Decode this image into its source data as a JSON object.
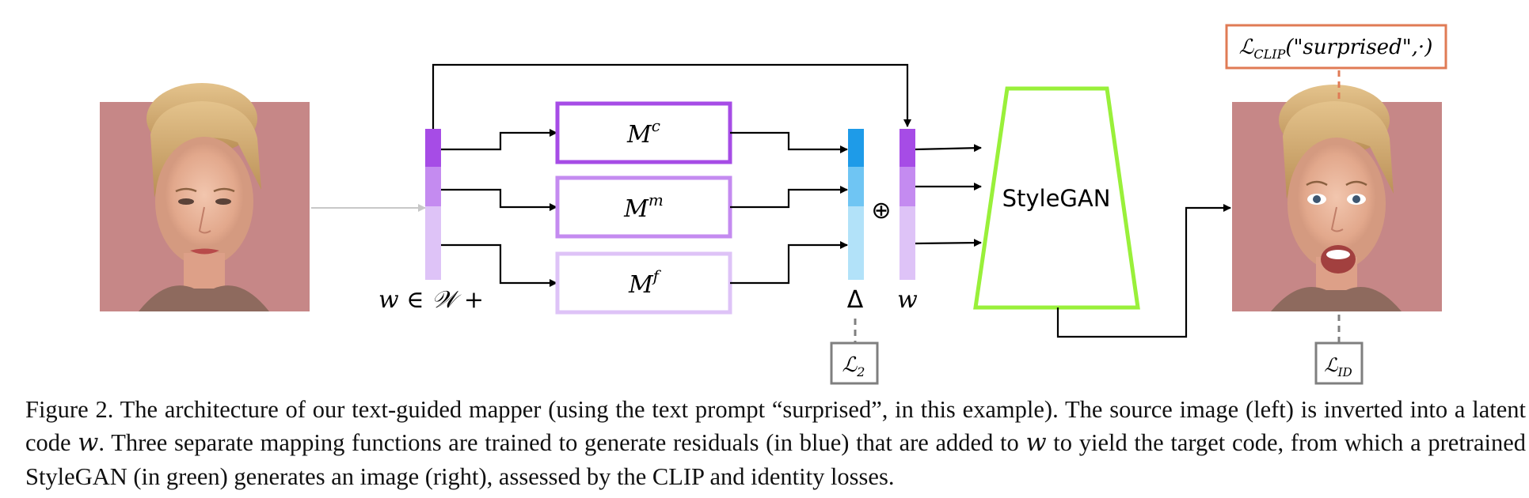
{
  "diagram": {
    "mapper_boxes": [
      {
        "base": "M",
        "sup": "c"
      },
      {
        "base": "M",
        "sup": "m"
      },
      {
        "base": "M",
        "sup": "f"
      }
    ],
    "latent_label": "w ∈ 𝒲 +",
    "delta_label": "Δ",
    "oplus_symbol": "⊕",
    "w_label": "w",
    "stylegan_label": "StyleGAN",
    "loss_clip_symbol": "ℒ",
    "loss_clip_sub": "CLIP",
    "loss_clip_args": "(\"surprised\",·)",
    "loss_l2_symbol": "ℒ",
    "loss_l2_sub": "2",
    "loss_id_symbol": "ℒ",
    "loss_id_sub": "ID",
    "colors": {
      "mapper_dark": "#A64CE6",
      "mapper_mid": "#C48BF0",
      "mapper_light": "#DEC3F7",
      "residual_dark": "#1E9BE8",
      "residual_mid": "#6FC5F3",
      "residual_light": "#B2E2F9",
      "stylegan": "#99F03A",
      "clip_box": "#E07B55",
      "loss_box": "#7F7F7F",
      "face_bg": "#C58585"
    }
  },
  "caption": {
    "line1_pre": "Figure 2. The architecture of our text-guided mapper (using the text prompt “surprised”, in this example).  The source image (left) is inverted into a latent code ",
    "line1_var": "w",
    "line1_post": ". Three separate mapping functions are trained to generate residuals (in blue) that are added to ",
    "line2_var": "w",
    "line2_post": " to yield the target code, from which a pretrained StyleGAN (in green) generates an image (right), assessed by the CLIP and identity losses."
  }
}
